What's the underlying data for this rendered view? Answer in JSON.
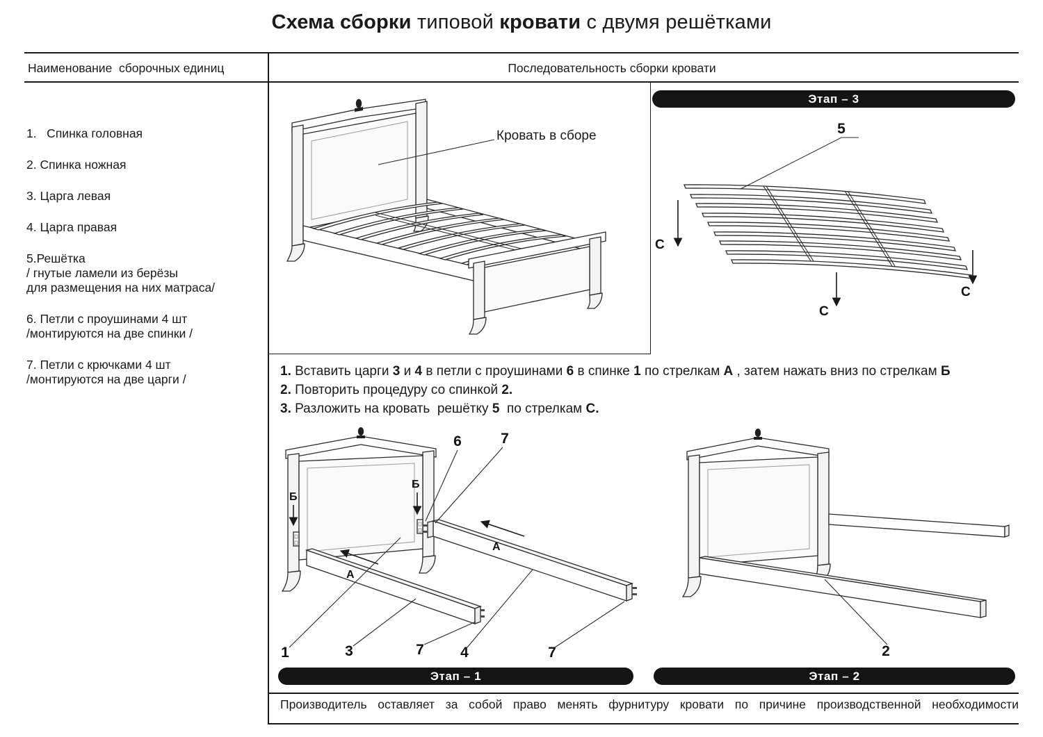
{
  "title": {
    "seg1": "Схема сборки",
    "seg2": " типовой ",
    "seg3": "кровати",
    "seg4": " с двумя решётками"
  },
  "headers": {
    "left": "Наименование  сборочных единиц",
    "right": "Последовательность сборки кровати"
  },
  "parts": [
    "1.   Спинка головная",
    "2. Спинка ножная",
    "3. Царга левая",
    "4. Царга правая",
    "5.Решётка\n/ гнутые ламели из берёзы\nдля размещения на них матраса/",
    "6. Петли с проушинами 4 шт\n/монтируются на две спинки /",
    "7. Петли с крючками 4 шт\n/монтируются на две царги /"
  ],
  "stages": {
    "s1": "Этап – 1",
    "s2": "Этап –  2",
    "s3": "Этап –  3"
  },
  "labels": {
    "assembled": "Кровать в сборе",
    "part5": "5",
    "c": "С",
    "b": "Б",
    "a": "А",
    "n6": "6",
    "n7": "7",
    "n1": "1",
    "n3": "3",
    "n4": "4",
    "n2": "2"
  },
  "instructions": {
    "l1": {
      "n": "1.",
      "t1": " Вставить царги ",
      "b1": "3",
      "t2": " и ",
      "b2": "4",
      "t3": " в петли с проушинами ",
      "b3": "6",
      "t4": " в спинке ",
      "b4": "1",
      "t5": " по стрелкам ",
      "b5": "А",
      "t6": " , затем нажать вниз по стрелкам ",
      "b6": "Б"
    },
    "l2": {
      "n": "2.",
      "t1": " Повторить процедуру со спинкой ",
      "b1": "2."
    },
    "l3": {
      "n": "3.",
      "t1": " Разложить на кровать  решётку ",
      "b1": "5",
      "t2": "  по стрелкам ",
      "b2": "С."
    }
  },
  "footer": "Производитель оставляет за собой право менять фурнитуру кровати по причине производственной необходимости",
  "colors": {
    "ink": "#1a1a1a",
    "pill": "#141414"
  }
}
